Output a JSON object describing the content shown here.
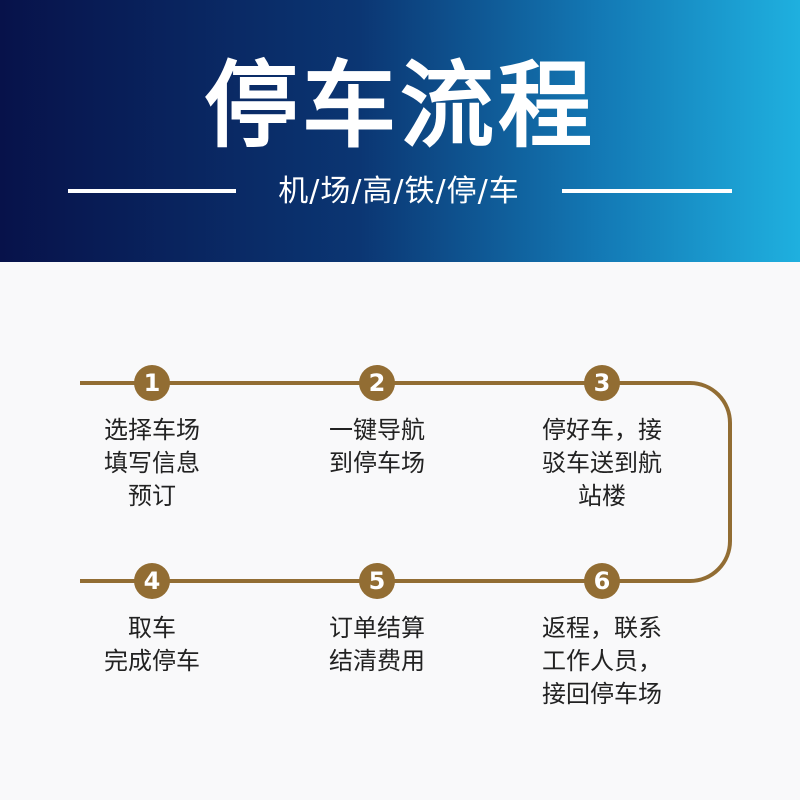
{
  "header": {
    "title": "停车流程",
    "subtitle": "机/场/高/铁/停/车"
  },
  "colors": {
    "accent": "#926d33",
    "banner_dark": "#07124a",
    "banner_light": "#1fb0df"
  },
  "steps": [
    {
      "number": "1",
      "text": "选择车场\n填写信息\n预订"
    },
    {
      "number": "2",
      "text": "一键导航\n到停车场"
    },
    {
      "number": "3",
      "text": "停好车，接\n驳车送到航\n站楼"
    },
    {
      "number": "4",
      "text": "取车\n完成停车"
    },
    {
      "number": "5",
      "text": "订单结算\n结清费用"
    },
    {
      "number": "6",
      "text": "返程，联系\n工作人员，\n接回停车场"
    }
  ]
}
